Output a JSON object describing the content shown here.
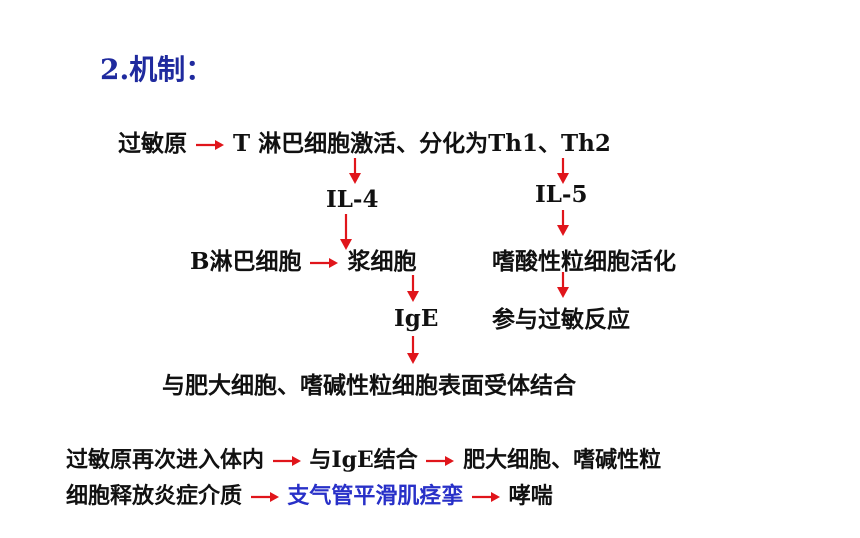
{
  "heading": "2.机制：",
  "nodes": {
    "allergen": "过敏原",
    "t_cell": "T 淋巴细胞激活、分化为Th1、Th2",
    "il4": "IL-4",
    "il5": "IL-5",
    "b_cell": "B淋巴细胞",
    "plasma": "浆细胞",
    "eosinophil": "嗜酸性粒细胞活化",
    "ige": "IgE",
    "allergic": "参与过敏反应",
    "binding": "与肥大细胞、嗜碱性粒细胞表面受体结合"
  },
  "summary": {
    "line1_a": "过敏原再次进入体内",
    "line1_b": "与IgE结合",
    "line1_c": "肥大细胞、嗜碱性粒",
    "line2_a": "细胞释放炎症介质",
    "line2_b": "支气管平滑肌痉挛",
    "line2_c": "哮喘"
  },
  "colors": {
    "heading": "#1f2a9e",
    "arrow": "#e0151b",
    "highlight": "#2830c8",
    "text": "#111111"
  },
  "arrow_icon": "right-arrow-icon / down-arrow-icon"
}
